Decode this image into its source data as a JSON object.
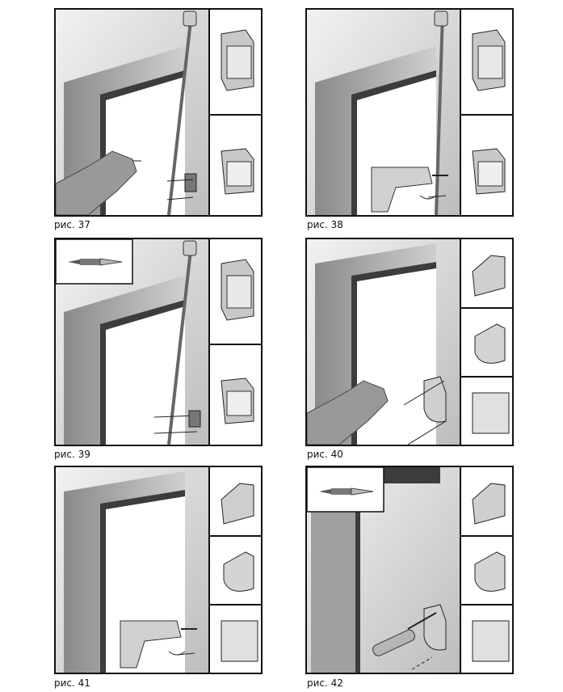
{
  "figures": [
    {
      "id": "37",
      "caption": "рис. 37"
    },
    {
      "id": "38",
      "caption": "рис. 38"
    },
    {
      "id": "39",
      "caption": "рис. 39"
    },
    {
      "id": "40",
      "caption": "рис. 40"
    },
    {
      "id": "41",
      "caption": "рис. 41"
    },
    {
      "id": "42",
      "caption": "рис. 42"
    }
  ]
}
